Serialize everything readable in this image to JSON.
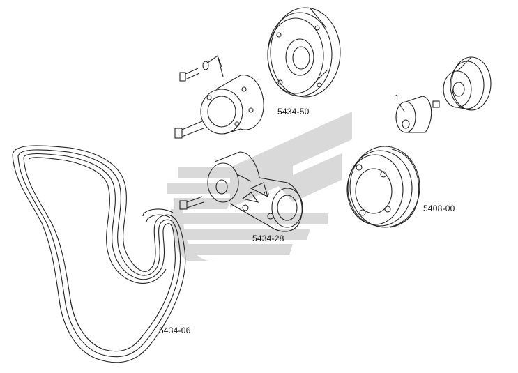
{
  "labels": {
    "crankshaft_pulley": "5434-50",
    "idler_part_number": "1",
    "idler_pulley_assembly": "5408-00",
    "belt_tensioner": "5434-28",
    "poly_v_belt": "5434-06"
  },
  "colors": {
    "line": "#222222",
    "watermark": "#d6d6d6",
    "background": "#ffffff"
  }
}
